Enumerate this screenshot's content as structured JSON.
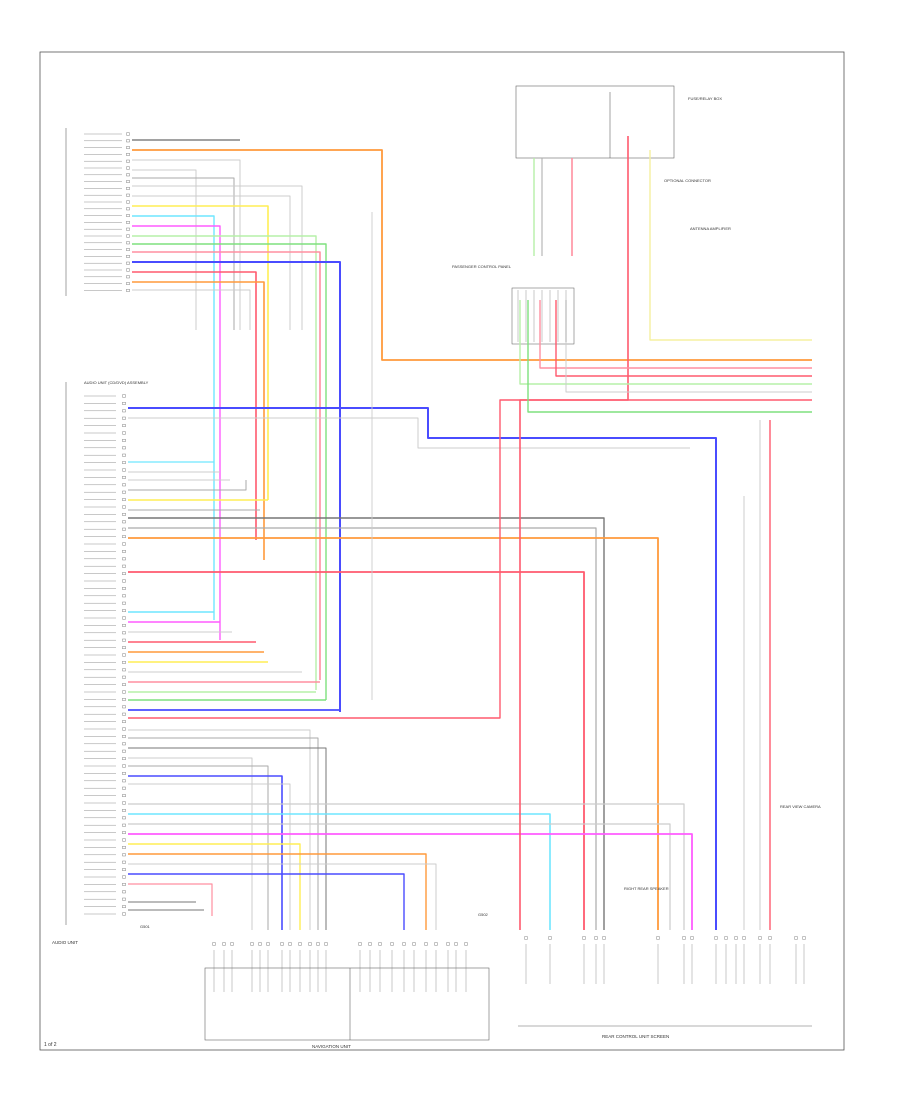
{
  "page_number": "1 of 2",
  "unit_labels": {
    "audio_unit_top": "AUDIO UNIT (CD/DVD) ASSEMBLY",
    "audio_unit_bottom": "AUDIO UNIT",
    "navigation_unit": "NAVIGATION UNIT",
    "rear_entertainment": "REAR CONTROL UNIT SCREEN",
    "passenger_connector": "PASSENGER CONTROL PANEL",
    "rear_view_camera": "REAR VIEW CAMERA",
    "optional_connector": "OPTIONAL CONNECTOR",
    "antenna_amp": "ANTENNA AMPLIFIER",
    "fuse_label": "FUSE/RELAY BOX",
    "ground_a": "G501",
    "ground_b": "G502",
    "right_speaker": "RIGHT REAR SPEAKER"
  },
  "colors": {
    "orange": "#ff9a3c",
    "red": "#ff5a6e",
    "pink": "#ff8fa0",
    "blue": "#4a4cff",
    "green": "#7ee07e",
    "lightgreen": "#b6f0a8",
    "yellow": "#ffee55",
    "paleyellow": "#f6f0a0",
    "cyan": "#6fe6ff",
    "magenta": "#ff5cff",
    "gray": "#aaaaaa",
    "darkgray": "#777777",
    "lightgray": "#cccccc",
    "black": "#444444"
  }
}
